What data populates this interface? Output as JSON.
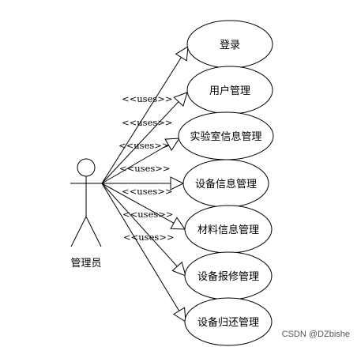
{
  "actor": {
    "label": "管理员"
  },
  "relation_label": "<<uses>>",
  "use_cases": [
    {
      "id": "login",
      "label": "登录"
    },
    {
      "id": "user-mgmt",
      "label": "用户管理"
    },
    {
      "id": "lab-info-mgmt",
      "label": "实验室信息管理"
    },
    {
      "id": "equip-info-mgmt",
      "label": "设备信息管理"
    },
    {
      "id": "material-info-mgmt",
      "label": "材料信息管理"
    },
    {
      "id": "equip-repair-mgmt",
      "label": "设备报修管理"
    },
    {
      "id": "equip-return-mgmt",
      "label": "设备归还管理"
    }
  ],
  "watermark": "CSDN @DZbishe",
  "colors": {
    "stroke": "#000000",
    "background": "#ffffff"
  }
}
